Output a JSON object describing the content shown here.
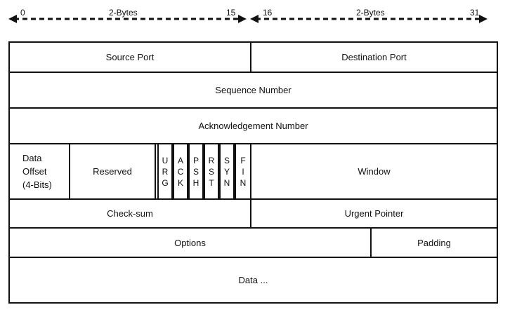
{
  "ruler": {
    "left": {
      "start": "0",
      "label": "2-Bytes",
      "end": "15"
    },
    "right": {
      "start": "16",
      "label": "2-Bytes",
      "end": "31"
    }
  },
  "fields": {
    "source_port": "Source Port",
    "destination_port": "Destination Port",
    "sequence_number": "Sequence Number",
    "acknowledgement_number": "Acknowledgement Number",
    "data_offset": [
      "Data",
      "Offset",
      "(4-Bits)"
    ],
    "reserved": "Reserved",
    "flags": [
      [
        "U",
        "R",
        "G"
      ],
      [
        "A",
        "C",
        "K"
      ],
      [
        "P",
        "S",
        "H"
      ],
      [
        "R",
        "S",
        "T"
      ],
      [
        "S",
        "Y",
        "N"
      ],
      [
        "F",
        "I",
        "N"
      ]
    ],
    "window": "Window",
    "checksum": "Check-sum",
    "urgent_pointer": "Urgent Pointer",
    "options": "Options",
    "padding": "Padding",
    "data": "Data ..."
  }
}
